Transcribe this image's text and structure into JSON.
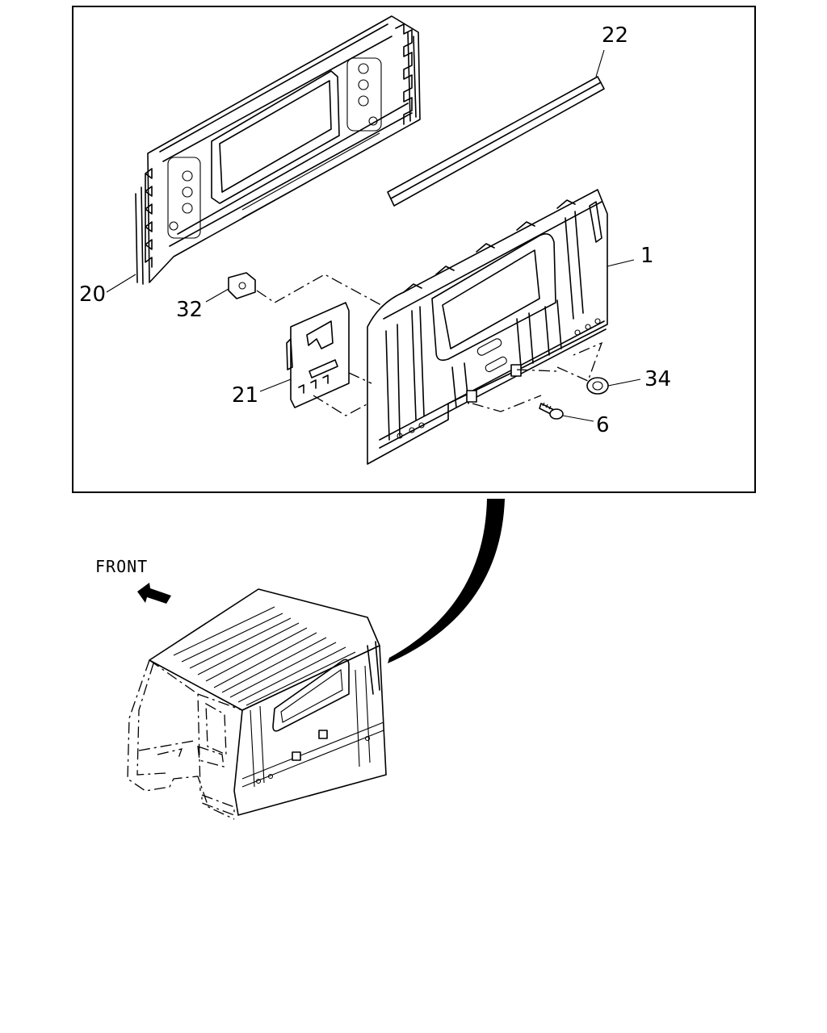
{
  "callouts": {
    "c1": "1",
    "c6": "6",
    "c20": "20",
    "c21": "21",
    "c22": "22",
    "c32": "32",
    "c34": "34"
  },
  "front_label": "FRONT"
}
